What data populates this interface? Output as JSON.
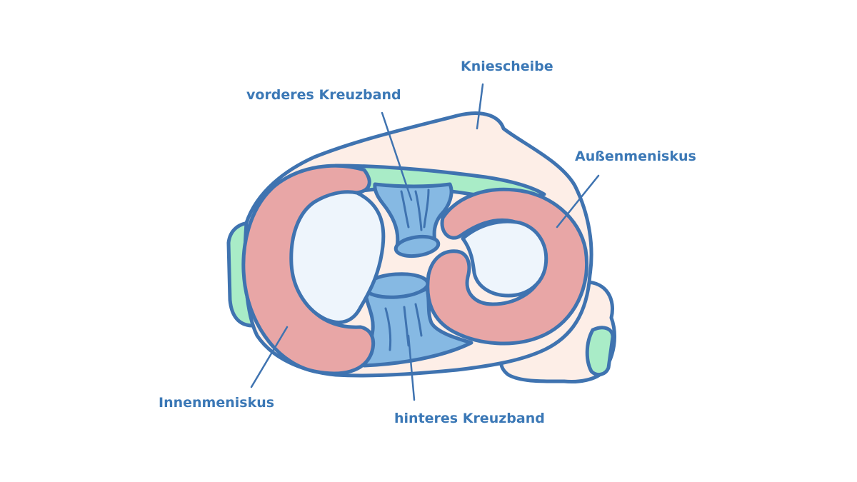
{
  "labels": {
    "patella": "Kniescheibe",
    "acl": "vorderes Kreuzband",
    "lateral_meniscus": "Außenmeniskus",
    "medial_meniscus": "Innenmeniskus",
    "pcl": "hinteres Kreuzband"
  },
  "colors": {
    "outline": "#3f73b0",
    "text": "#3b78b6",
    "bone": "#fdeee7",
    "meniscus": "#e8a6a6",
    "ligament": "#86b9e3",
    "cartilage": "#a9ecc7",
    "joint_surface": "#eef5fc"
  }
}
